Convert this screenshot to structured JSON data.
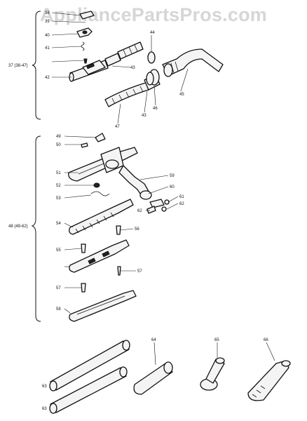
{
  "watermark": "AppliancePartsPros.com",
  "labels": [
    {
      "id": "l38",
      "text": "38"
    },
    {
      "id": "l39",
      "text": "39"
    },
    {
      "id": "l40",
      "text": "40"
    },
    {
      "id": "l41",
      "text": "41"
    },
    {
      "id": "l42",
      "text": "42"
    },
    {
      "id": "l43a",
      "text": "43"
    },
    {
      "id": "l44",
      "text": "44"
    },
    {
      "id": "l45",
      "text": "45"
    },
    {
      "id": "l46",
      "text": "46"
    },
    {
      "id": "l43b",
      "text": "43"
    },
    {
      "id": "l47",
      "text": "47"
    },
    {
      "id": "l37",
      "text": "37 (38-47)"
    },
    {
      "id": "l49",
      "text": "49"
    },
    {
      "id": "l50",
      "text": "50"
    },
    {
      "id": "l51",
      "text": "51"
    },
    {
      "id": "l52",
      "text": "52"
    },
    {
      "id": "l53",
      "text": "53"
    },
    {
      "id": "l54",
      "text": "54"
    },
    {
      "id": "l55",
      "text": "55"
    },
    {
      "id": "l56",
      "text": "56"
    },
    {
      "id": "l57a",
      "text": "57"
    },
    {
      "id": "l57b",
      "text": "57"
    },
    {
      "id": "l58",
      "text": "58"
    },
    {
      "id": "l59",
      "text": "59"
    },
    {
      "id": "l60",
      "text": "60"
    },
    {
      "id": "l61",
      "text": "61"
    },
    {
      "id": "l62",
      "text": "62"
    },
    {
      "id": "l63",
      "text": "62"
    },
    {
      "id": "l48",
      "text": "48 (49-62)"
    },
    {
      "id": "l64",
      "text": "63"
    },
    {
      "id": "l65",
      "text": "63"
    },
    {
      "id": "l66",
      "text": "64"
    },
    {
      "id": "l67",
      "text": "65"
    },
    {
      "id": "l68",
      "text": "66"
    }
  ]
}
